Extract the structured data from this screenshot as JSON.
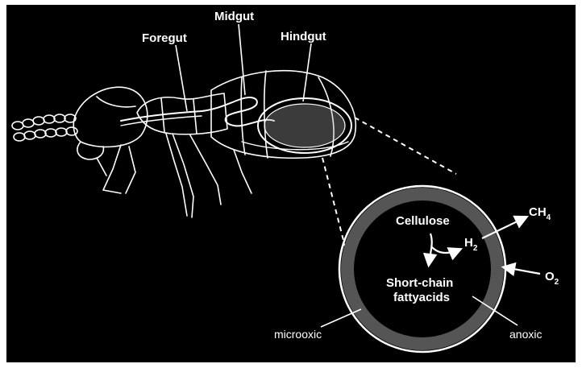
{
  "labels": {
    "foregut": "Foregut",
    "midgut": "Midgut",
    "hindgut": "Hindgut"
  },
  "inset": {
    "cellulose": "Cellulose",
    "h2_main": "H",
    "h2_sub": "2",
    "ch4_main": "CH",
    "ch4_sub": "4",
    "o2_main": "O",
    "o2_sub": "2",
    "scfa_line1": "Short-chain",
    "scfa_line2": "fattyacids",
    "microoxic": "microoxic",
    "anoxic": "anoxic"
  },
  "colors": {
    "background": "#000000",
    "line": "#ffffff",
    "ring": "#555555",
    "frame": "#ffffff"
  }
}
